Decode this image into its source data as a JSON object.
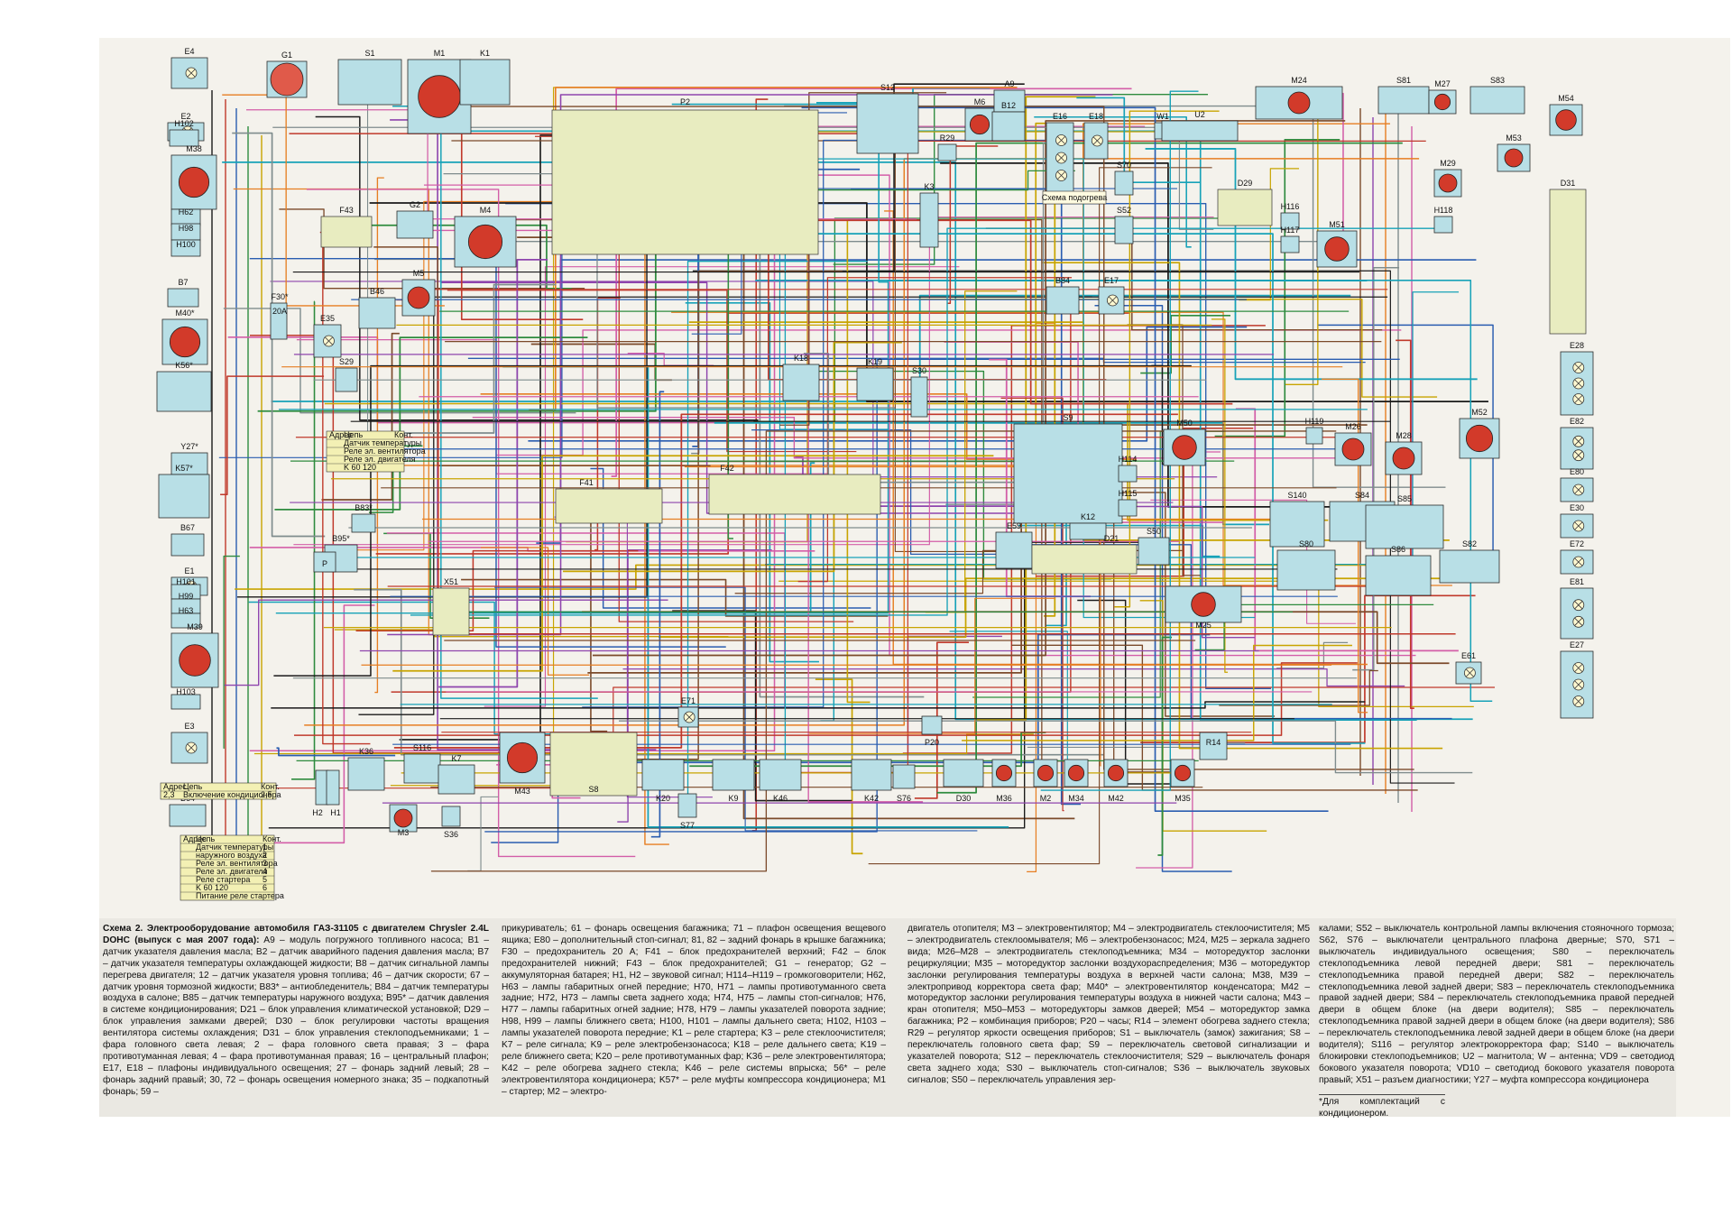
{
  "diagram": {
    "components": {
      "E4": "E4",
      "G1": "G1",
      "S1": "S1",
      "M1": "M1",
      "K1": "K1",
      "P2": "P2",
      "S12": "S12",
      "M6": "M6",
      "A9": "A9",
      "B12": "B12",
      "R29": "R29",
      "E16": "E16",
      "E18": "E18",
      "W1": "W1",
      "U2": "U2",
      "M24": "M24",
      "S81": "S81",
      "M27": "M27",
      "S83": "S83",
      "M54": "M54",
      "M53": "M53",
      "E2": "E2",
      "H102": "H102",
      "M38": "M38",
      "H62": "H62",
      "H98": "H98",
      "H100": "H100",
      "F43": "F43",
      "G2": "G2",
      "M4": "M4",
      "K3": "K3",
      "S70": "S70",
      "S52": "S52",
      "S71": "S71",
      "D29": "D29",
      "H116": "H116",
      "H117": "H117",
      "M51": "M51",
      "H118": "H118",
      "M29": "M29",
      "D31": "D31",
      "B7": "B7",
      "M5": "M5",
      "F30": "F30*",
      "F30_rating": "20A",
      "E35": "E35",
      "B46": "B46",
      "M40": "M40*",
      "S29": "S29",
      "K56": "K56*",
      "Y27": "Y27*",
      "K18": "K18",
      "K19": "K19",
      "S30": "S30",
      "B84": "B84",
      "E17": "E17",
      "E28": "E28",
      "S9": "S9",
      "M50": "M50",
      "H119": "H119",
      "M26": "M26",
      "M28": "M28",
      "M52": "M52",
      "E82": "E82",
      "E80": "E80",
      "E30": "E30",
      "E72": "E72",
      "E81": "E81",
      "E27": "E27",
      "E61": "E61",
      "K57": "K57*",
      "B83": "B83*",
      "B95": "B95*",
      "B67": "B67",
      "P": "P",
      "E1": "E1",
      "H101": "H101",
      "H99": "H99",
      "H63": "H63",
      "M39": "M39",
      "H103": "H103",
      "E3": "E3",
      "F41": "F41",
      "F42": "F42",
      "H114": "H114",
      "H115": "H115",
      "K12": "K12",
      "E59": "E59",
      "D21": "D21",
      "S50": "S50",
      "M25": "M25",
      "S140": "S140",
      "S84": "S84",
      "S85": "S85",
      "S80": "S80",
      "S86": "S86",
      "S82": "S82",
      "X51": "X51",
      "B64": "B64",
      "K36": "K36",
      "S116": "S116",
      "K7": "K7",
      "H2": "H2",
      "H1": "H1",
      "M3": "M3",
      "S36": "S36",
      "M43": "M43",
      "S8": "S8",
      "E71": "E71",
      "K20": "K20",
      "S77": "S77",
      "K9": "K9",
      "K46": "K46",
      "K42": "K42",
      "S76": "S76",
      "P20": "P20",
      "D30": "D30",
      "M36": "M36",
      "M2": "M2",
      "M34": "M34",
      "M42": "M42",
      "M35": "M35",
      "R14": "R14"
    },
    "small_table_1": {
      "header_addr": "Адрес",
      "header_circuit": "Цепь",
      "header_cont": "Конт.",
      "row_addr": "2,3",
      "row_circuit": "Включение кондиционера",
      "row_cont": "2,5"
    },
    "small_table_2": {
      "header_addr": "Адрес",
      "header_circuit": "Цепь",
      "header_cont": "Конт.",
      "rows": [
        {
          "circuit": "Датчик температуры",
          "cont": "1"
        },
        {
          "circuit": "наружного воздуха",
          "cont": "2"
        },
        {
          "circuit": "Реле эл. вентилятора",
          "cont": "3"
        },
        {
          "circuit": "Реле эл. двигателя",
          "cont": "4"
        },
        {
          "circuit": "Реле стартера",
          "cont": "5"
        },
        {
          "circuit": "K 60 120",
          "cont": "6"
        }
      ],
      "footer": "Питание реле стартера"
    },
    "symbol_labels": {
      "lamp": "⊗",
      "fuse_label": "F30*",
      "heater_text": "Схема подогрева"
    }
  },
  "caption": {
    "col1_title": "Схема 2. Электрооборудование автомобиля ГАЗ-31105 с двигателем Chrysler 2.4L DOHC (выпуск с мая 2007 года):",
    "col1_text": " A9 – модуль погружного топливного насоса; B1 – датчик указателя давления масла; B2 – датчик аварийного падения давления масла; B7 – датчик указателя температуры охлаждающей жидкости; B8 – датчик сигнальной лампы перегрева двигателя; 12 – датчик указателя уровня топлива; 46 – датчик скорости; 67 – датчик уровня тормозной жидкости; B83* – антиобледенитель; B84 – датчик температуры воздуха в салоне; B85 – датчик температуры наружного воздуха; B95* – датчик давления в системе кондиционирования; D21 – блок управления климатической установкой; D29 – блок управления замками дверей; D30 – блок регулировки частоты вращения вентилятора системы охлаждения; D31 – блок управления стеклоподъемниками; 1 – фара головного света левая; 2 – фара головного света правая; 3 – фара противотуманная левая; 4 – фара противотуманная правая; 16 – центральный плафон; E17, E18 – плафоны индивидуального освещения; 27 – фонарь задний левый; 28 – фонарь задний правый; 30, 72 – фонарь освещения номерного знака; 35 – подкапотный фонарь; 59 –",
    "col2_text": "прикуриватель; 61 – фонарь освещения багажника; 71 – плафон освещения вещевого ящика; E80 – дополнительный стоп-сигнал; 81, 82 – задний фонарь в крышке багажника; F30 – предохранитель 20 А; F41 – блок предохранителей верхний; F42 – блок предохранителей нижний; F43 – блок предохранителей; G1 – генератор; G2 – аккумуляторная батарея; H1, H2 – звуковой сигнал; H114–H119 – громкоговорители; H62, H63 – лампы габаритных огней передние; H70, H71 – лампы противотуманного света задние; H72, H73 – лампы света заднего хода; H74, H75 – лампы стоп-сигналов; H76, H77 – лампы габаритных огней задние; H78, H79 – лампы указателей поворота задние; H98, H99 – лампы ближнего света; H100, H101 – лампы дальнего света; H102, H103 – лампы указателей поворота передние; K1 – реле стартера; K3 – реле стеклоочистителя; K7 – реле сигнала; K9 – реле электробензонасоса; K18 – реле дальнего света; K19 – реле ближнего света; K20 – реле противотуманных фар; K36 – реле электровентилятора; K42 – реле обогрева заднего стекла; K46 – реле системы впрыска; 56* – реле электровентилятора кондиционера; K57* – реле муфты компрессора кондиционера; M1 – стартер; M2 – электро-",
    "col3_text": "двигатель отопителя; M3 – электровентилятор; M4 – электродвигатель стеклоочистителя; M5 – электродвигатель стеклоомывателя; M6 – электробензонасос; M24, M25 – зеркала заднего вида; M26–M28 – электродвигатель стеклоподъемника; M34 – моторедуктор заслонки рециркуляции; M35 – моторедуктор заслонки воздухораспределения; M36 – моторедуктор заслонки регулирования температуры воздуха в верхней части салона; M38, M39 – электропривод корректора света фар; M40* – электровентилятор конденсатора; M42 – моторедуктор заслонки регулирования температуры воздуха в нижней части салона; M43 – кран отопителя; M50–M53 – моторедукторы замков дверей; M54 – моторедуктор замка багажника; P2 – комбинация приборов; P20 – часы; R14 – элемент обогрева заднего стекла; R29 – регулятор яркости освещения приборов; S1 – выключатель (замок) зажигания; S8 – переключатель головного света фар; S9 – переключатель световой сигнализации и указателей поворота; S12 – переключатель стеклоочистителя; S29 – выключатель фонаря света заднего хода; S30 – выключатель стоп-сигналов; S36 – выключатель звуковых сигналов; S50 – переключатель управления зер-",
    "col4_text": "калами; S52 – выключатель контрольной лампы включения стояночного тормоза; S62, S76 – выключатели центрального плафона дверные; S70, S71 – выключатель индивидуального освещения; S80 – переключатель стеклоподъемника левой передней двери; S81 – переключатель стеклоподъемника правой передней двери; S82 – переключатель стеклоподъемника левой задней двери; S83 – переключатель стеклоподъемника правой задней двери; S84 – переключатель стеклоподъемника правой передней двери в общем блоке (на двери водителя); S85 – переключатель стеклоподъемника правой задней двери в общем блоке (на двери водителя); S86 – переключатель стеклоподъемника левой задней двери в общем блоке (на двери водителя); S116 – регулятор электрокорректора фар; S140 – выключатель блокировки стеклоподъемников; U2 – магнитола; W – антенна; VD9 – светодиод бокового указателя поворота; VD10 – светодиод бокового указателя поворота правый; X51 – разъем диагностики; Y27 – муфта компрессора кондиционера",
    "footnote": "*Для комплектаций с кондиционером."
  },
  "colors": {
    "sheet": "#f4f2ec",
    "component_fill": "#b8dfe6",
    "connector_fill": "#e8ecc0",
    "wire_palette": [
      "#1a1a1a",
      "#c0392b",
      "#2a5db0",
      "#2e8b3e",
      "#c8a400",
      "#7b4a2a",
      "#8e44ad",
      "#e67e22",
      "#7f8c8d",
      "#d35ea8",
      "#17a2b8"
    ]
  }
}
